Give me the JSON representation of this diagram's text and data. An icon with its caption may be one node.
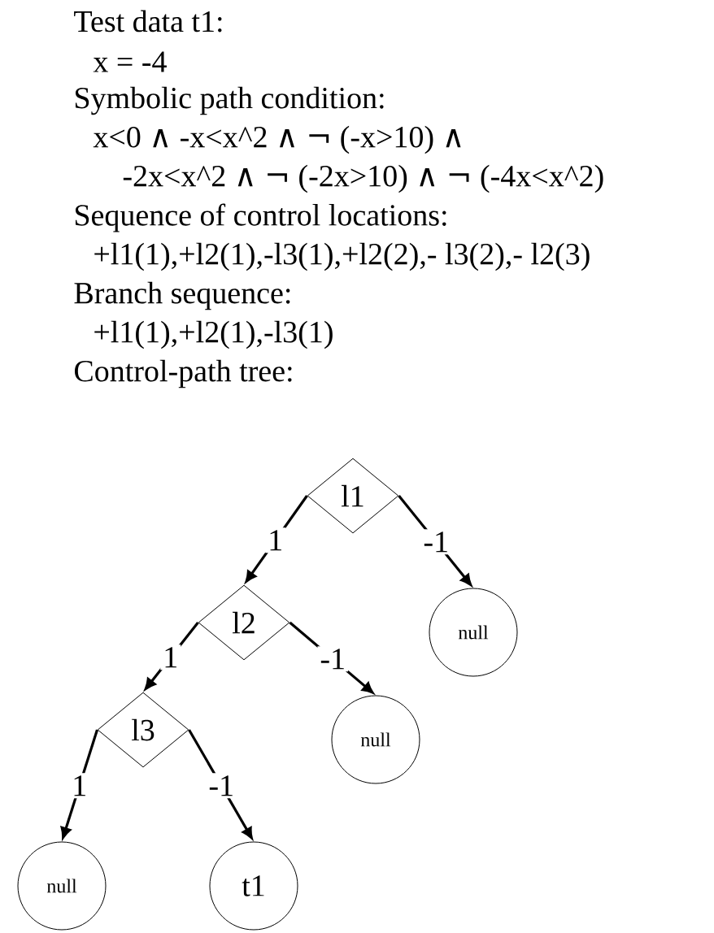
{
  "diagram": {
    "nodes": [
      {
        "text": [
          "l1"
        ]
      },
      {
        "text": [
          "l2"
        ]
      },
      {
        "text": [
          "l3"
        ]
      },
      {
        "text": [
          "null"
        ]
      },
      {
        "text": [
          "null"
        ]
      },
      {
        "text": [
          "null"
        ]
      },
      {
        "text": [
          "t1"
        ]
      }
    ],
    "edges": [
      {
        "from": 0,
        "to": 1,
        "arrow": "to",
        "label": "1"
      },
      {
        "from": 0,
        "to": 3,
        "arrow": "to",
        "label": "-1"
      },
      {
        "from": 1,
        "to": 2,
        "arrow": "to",
        "label": "1"
      },
      {
        "from": 1,
        "to": 4,
        "arrow": "to",
        "label": "-1"
      },
      {
        "from": 2,
        "to": 5,
        "arrow": "to",
        "label": "1"
      },
      {
        "from": 2,
        "to": 6,
        "arrow": "to",
        "label": "-1"
      }
    ],
    "labels": [
      "Test data t1:",
      "x = -4",
      "Symbolic path condition:",
      "x<0 ∧ -x<x^2 ∧ ¬ (-x>10) ∧",
      "-2x<x^2 ∧ ¬ (-2x>10) ∧ ¬ (-4x<x^2)",
      "Sequence of control locations:",
      "+l1(1),+l2(1),-l3(1),+l2(2),- l3(2),- l2(3)",
      "Branch sequence:",
      "+l1(1),+l2(1),-l3(1)",
      "Control-path tree:"
    ]
  }
}
